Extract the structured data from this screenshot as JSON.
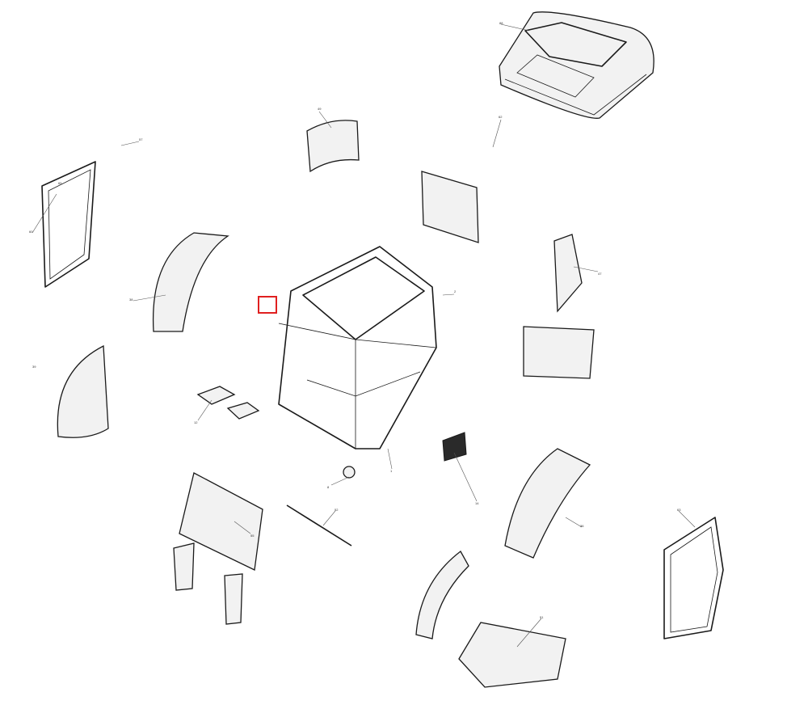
{
  "highlight": {
    "label": "",
    "color": "#e02020"
  },
  "callouts": [
    {
      "id": "roof-cover",
      "text": "88"
    },
    {
      "id": "rear-window",
      "text": "49"
    },
    {
      "id": "left-door",
      "text": "60"
    },
    {
      "id": "left-door-2",
      "text": "65"
    },
    {
      "id": "left-fender",
      "text": "38"
    },
    {
      "id": "left-fender-2",
      "text": "39"
    },
    {
      "id": "cab-frame",
      "text": "1"
    },
    {
      "id": "right-door",
      "text": "63"
    },
    {
      "id": "right-fender",
      "text": "36"
    },
    {
      "id": "floor-panel",
      "text": "51"
    },
    {
      "id": "front-glass",
      "text": "55"
    },
    {
      "id": "side-glass",
      "text": "47"
    },
    {
      "id": "hinge-a",
      "text": "57"
    },
    {
      "id": "hinge-b",
      "text": "62"
    },
    {
      "id": "seal-strip",
      "text": "52"
    },
    {
      "id": "bracket",
      "text": "12"
    },
    {
      "id": "knob",
      "text": "8"
    },
    {
      "id": "grille",
      "text": "14"
    },
    {
      "id": "lamp",
      "text": "2"
    }
  ]
}
